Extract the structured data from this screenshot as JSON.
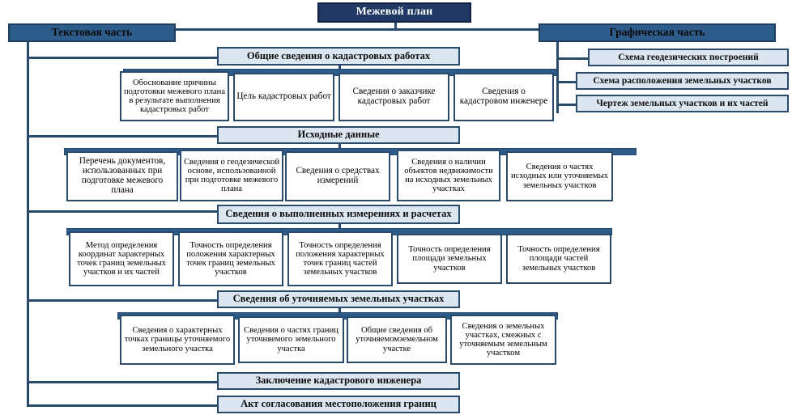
{
  "diagram": {
    "title": "Межевой план",
    "root": {
      "label": "Межевой план"
    },
    "branches": {
      "text": {
        "label": "Текстовая часть"
      },
      "graphic": {
        "label": "Графическая часть"
      }
    },
    "graphic_items": [
      {
        "label": "Схема геодезических  построений"
      },
      {
        "label": "Схема расположения  земельных участков"
      },
      {
        "label": "Чертеж земельных участков  и их частей"
      }
    ],
    "sections": [
      {
        "header": "Общие  сведения о кадастровых   работах",
        "items": [
          {
            "label": "Обоснование причины подготовки межевого плана в результате выполнения кадастровых работ"
          },
          {
            "label": "Цель кадастровых работ"
          },
          {
            "label": "Сведения о заказчике кадастровых работ"
          },
          {
            "label": "Сведения о кадастровом инженере"
          }
        ]
      },
      {
        "header": "Исходные  данные",
        "items": [
          {
            "label": "Перечень документов, использованных при подготовке межевого плана"
          },
          {
            "label": "Сведения о геодезической основе, использованной при подготовке межевого плана"
          },
          {
            "label": "Сведения о средствах измерений"
          },
          {
            "label": "Сведения о наличии объектов недвижимости на исходных земельных участках"
          },
          {
            "label": "Сведения о частях исходных или уточняемых земельных участков"
          }
        ]
      },
      {
        "header": "Сведения о выполненных  измерениях  и расчетах",
        "items": [
          {
            "label": "Метод определения координат характерных точек границ земельных участков и их частей"
          },
          {
            "label": "Точность определения положения характерных точек границ земельных участков"
          },
          {
            "label": "Точность определения положения характерных точек границ частей земельных участков"
          },
          {
            "label": "Точность определения площади земельных участков"
          },
          {
            "label": "Точность определения площади частей земельных участков"
          }
        ]
      },
      {
        "header": "Сведения об уточняемых  земельных участках",
        "items": [
          {
            "label": "Сведения о характерных точках границы уточняемого земельного участка"
          },
          {
            "label": "Сведения о частях границ уточняемого земельного участка"
          },
          {
            "label": "Общие сведения об уточняемомземельном участке"
          },
          {
            "label": "Сведения о земельных участках, смежных с уточняемым земельным участком"
          }
        ]
      }
    ],
    "footer_sections": [
      {
        "header": "Заключение кадастрового инженера"
      },
      {
        "header": "Акт согласования  местоположения границ"
      }
    ],
    "colors": {
      "root_fill": "#1f3864",
      "branch_fill": "#2e5c8a",
      "section_fill": "#dce6f1",
      "leaf_fill": "#ffffff",
      "line": "#2a4a6b",
      "text": "#000000",
      "root_text": "#ffffff"
    }
  }
}
